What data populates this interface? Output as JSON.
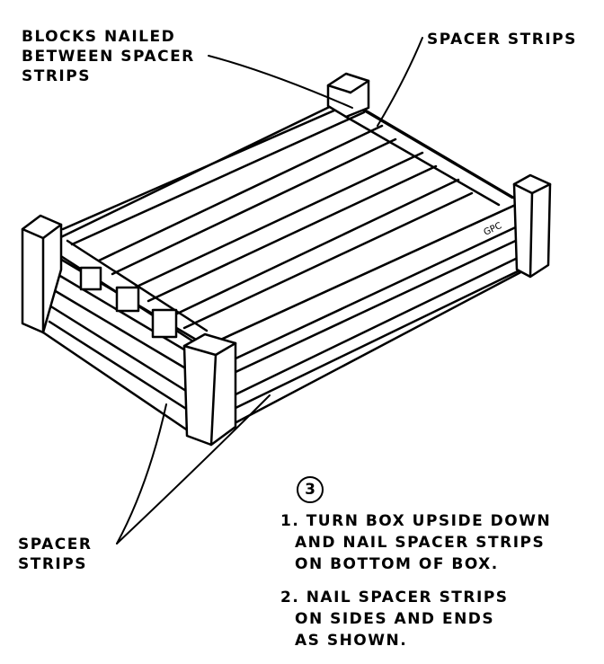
{
  "labels": {
    "blocks_nailed": [
      "BLOCKS NAILED",
      "BETWEEN SPACER",
      "STRIPS"
    ],
    "spacer_strips_top": "SPACER STRIPS",
    "spacer_strips_bottom": [
      "SPACER",
      "STRIPS"
    ]
  },
  "step_number": "3",
  "instructions": [
    [
      "1. TURN BOX UPSIDE DOWN",
      "AND NAIL SPACER STRIPS",
      "ON BOTTOM OF BOX."
    ],
    [
      "2. NAIL SPACER STRIPS",
      "ON SIDES AND ENDS",
      "AS SHOWN."
    ]
  ],
  "artist_initials": "GPC"
}
